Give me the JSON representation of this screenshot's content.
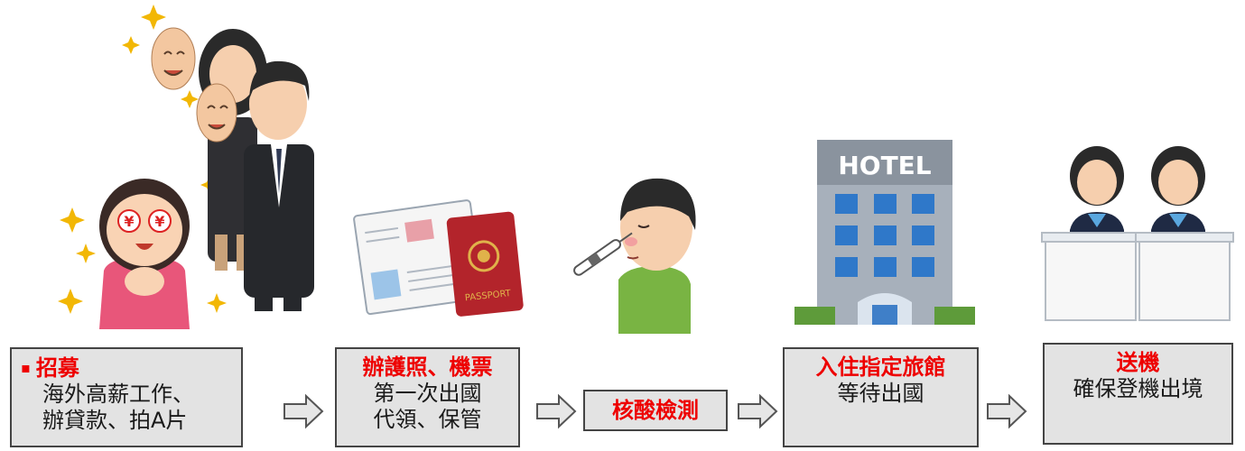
{
  "steps": [
    {
      "id": "recruit",
      "heading": "招募",
      "lines": [
        "海外高薪工作、",
        "辦貸款、拍A片"
      ],
      "bullet": "▪"
    },
    {
      "id": "docs",
      "heading": "辦護照、機票",
      "lines": [
        "第一次出國",
        "代領、保管"
      ]
    },
    {
      "id": "test",
      "heading": "核酸檢測",
      "lines": []
    },
    {
      "id": "hotel",
      "heading": "入住指定旅館",
      "lines": [
        "等待出國"
      ]
    },
    {
      "id": "sendoff",
      "heading": "送機",
      "lines": [
        "確保登機出境"
      ]
    }
  ],
  "illustrations": {
    "recruit": "excited-woman-yen-eyes-with-masked-recruiters",
    "docs": "passport-and-visa-documents",
    "test": "man-nasal-swab-test",
    "hotel": "hotel-building",
    "sendoff": "airline-staff-at-counters"
  },
  "labels": {
    "passport_text": "PASSPORT",
    "hotel_sign": "HOTEL",
    "yen": "¥"
  },
  "colors": {
    "heading": "#ee0000",
    "box_fill": "#e3e3e3",
    "box_border": "#444444",
    "arrow_fill": "#e6e6e6",
    "arrow_stroke": "#555555"
  }
}
